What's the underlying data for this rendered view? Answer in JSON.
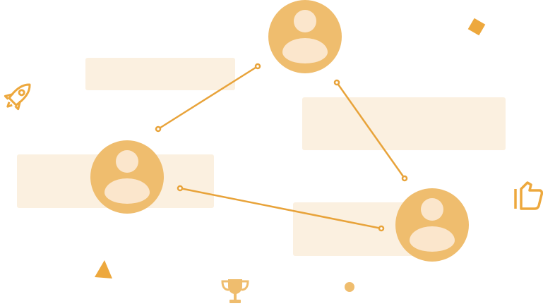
{
  "colors": {
    "background": "#FFFFFF",
    "card": "#FBF0E0",
    "avatar": "#EFBD6E",
    "avatar_inner": "#FBE6CC",
    "accent": "#E8A33A",
    "shape": "#EDA83D"
  },
  "icons": [
    "rocket-icon",
    "thumbs-up-icon",
    "trophy-icon",
    "diamond-shape",
    "triangle-shape",
    "dot-shape",
    "user-avatar-icon"
  ]
}
